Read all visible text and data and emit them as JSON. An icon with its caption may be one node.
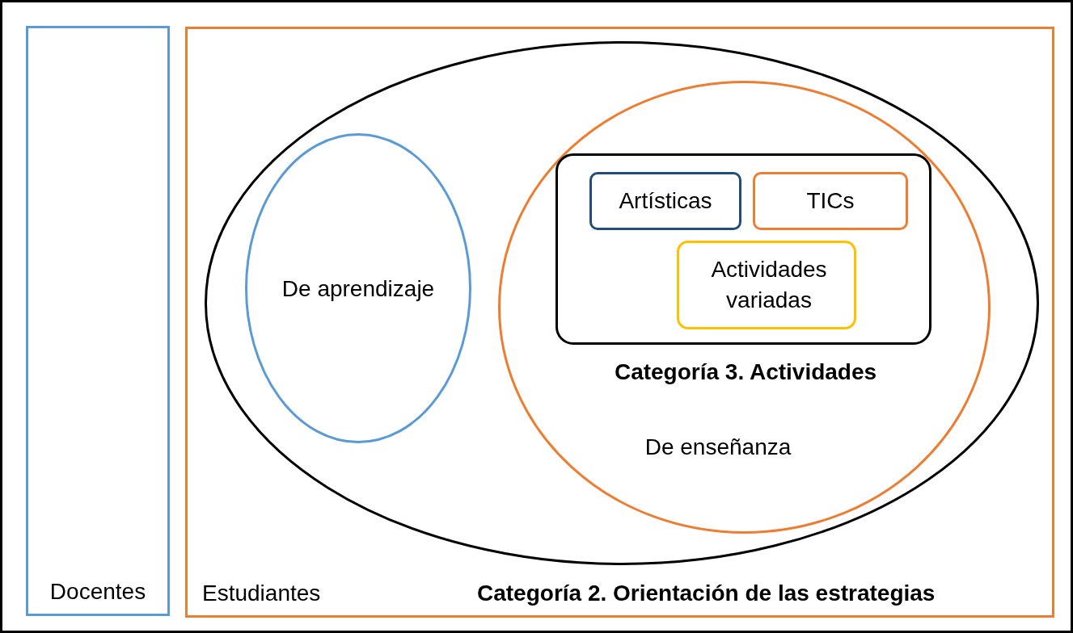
{
  "diagram": {
    "nodes": [
      {
        "text": [
          "Docentes"
        ]
      },
      {
        "text": [
          "Estudiantes",
          "Categoría 2. Orientación de las estrategias"
        ]
      },
      {
        "text": [],
        "shape": "ellipse",
        "in": 1
      },
      {
        "text": [
          "De aprendizaje"
        ],
        "in": 2
      },
      {
        "text": [
          "De enseñanza"
        ],
        "in": 2
      },
      {
        "text": [
          "Categoría 3. Actividades"
        ],
        "in": 4
      },
      {
        "text": [
          "Artísticas"
        ],
        "in": 5
      },
      {
        "text": [
          "TICs"
        ],
        "in": 5
      },
      {
        "text": [
          "Actividades variadas"
        ],
        "in": 5
      }
    ],
    "edges": []
  }
}
